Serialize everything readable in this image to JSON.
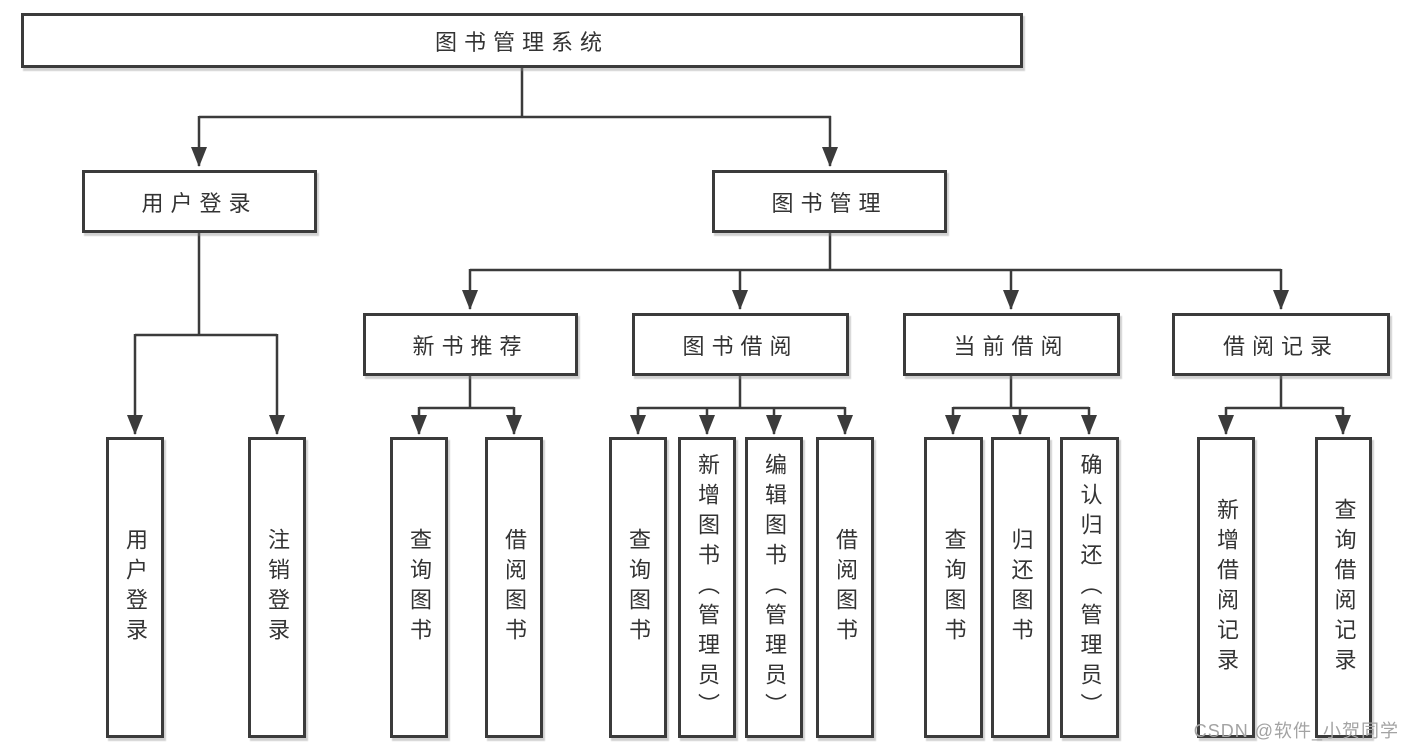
{
  "colors": {
    "border": "#3b3b3b",
    "text": "#333333",
    "watermark": "#a3a3a3",
    "background": "#ffffff"
  },
  "watermark": "CSDN @软件_小贺同学",
  "tree": {
    "root": {
      "label": "图书管理系统"
    },
    "level2": [
      {
        "label": "用户登录",
        "leaves": [
          {
            "label": "用户登录"
          },
          {
            "label": "注销登录"
          }
        ]
      },
      {
        "label": "图书管理",
        "groups": [
          {
            "label": "新书推荐",
            "leaves": [
              {
                "label": "查询图书"
              },
              {
                "label": "借阅图书"
              }
            ]
          },
          {
            "label": "图书借阅",
            "leaves": [
              {
                "label": "查询图书"
              },
              {
                "label": "新增图书（管理员）"
              },
              {
                "label": "编辑图书（管理员）"
              },
              {
                "label": "借阅图书"
              }
            ]
          },
          {
            "label": "当前借阅",
            "leaves": [
              {
                "label": "查询图书"
              },
              {
                "label": "归还图书"
              },
              {
                "label": "确认归还（管理员）"
              }
            ]
          },
          {
            "label": "借阅记录",
            "leaves": [
              {
                "label": "新增借阅记录"
              },
              {
                "label": "查询借阅记录"
              }
            ]
          }
        ]
      }
    ]
  }
}
